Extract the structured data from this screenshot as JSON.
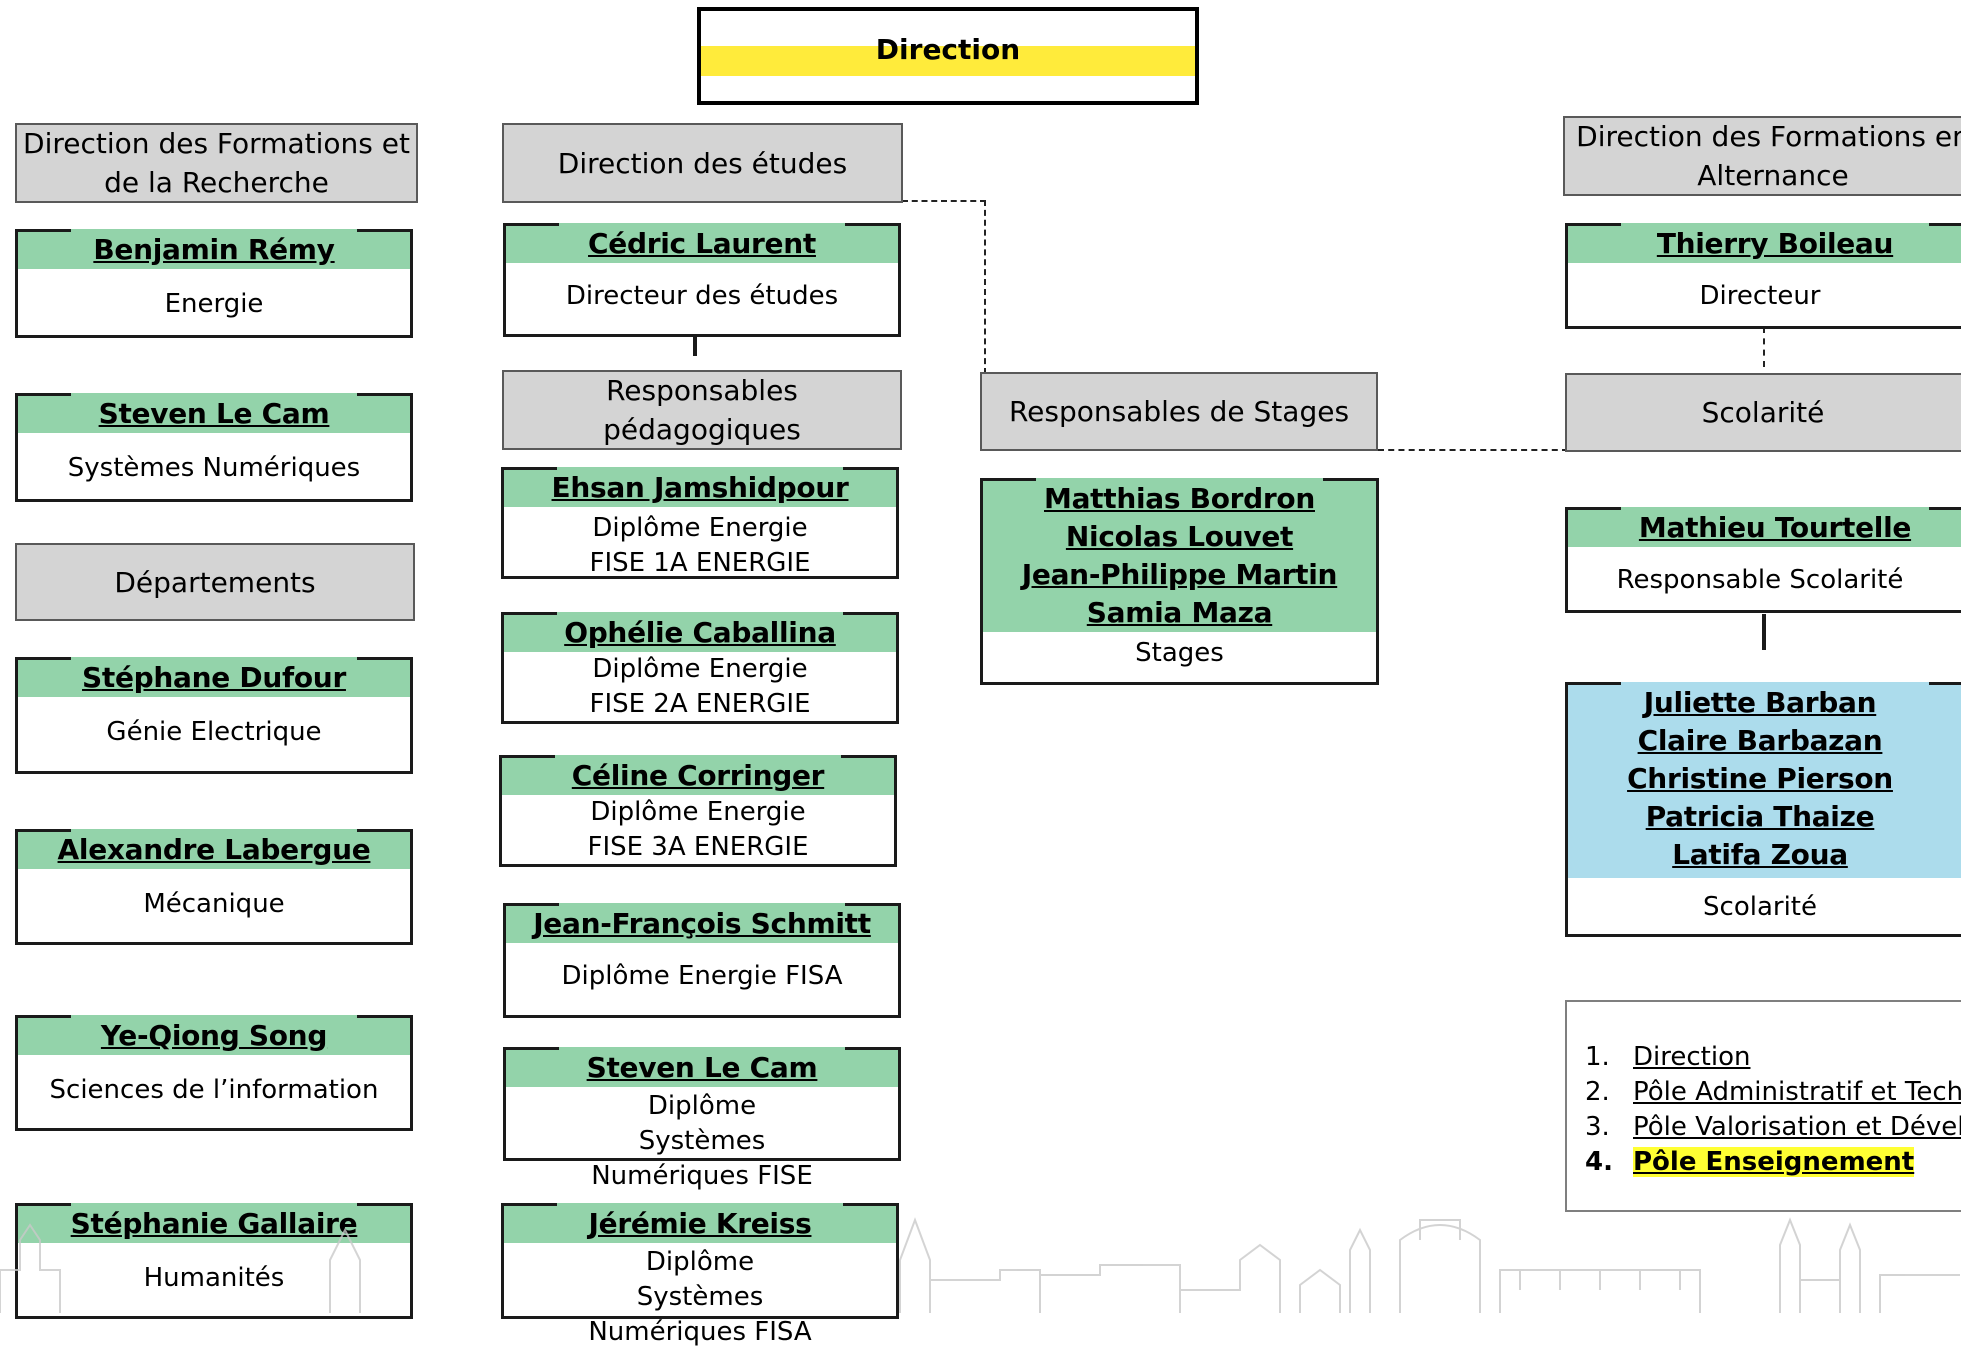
{
  "direction": {
    "label": "Direction"
  },
  "columns": {
    "left": {
      "header": "Direction des Formations et de la Recherche",
      "people": [
        {
          "name": "Benjamin Rémy",
          "role": "Energie"
        },
        {
          "name": "Steven Le Cam",
          "role": "Systèmes Numériques"
        }
      ],
      "departments": {
        "header": "Départements",
        "people": [
          {
            "name": "Stéphane Dufour",
            "role": "Génie Electrique"
          },
          {
            "name": "Alexandre Labergue",
            "role": "Mécanique"
          },
          {
            "name": "Ye-Qiong Song",
            "role": "Sciences de l’information"
          },
          {
            "name": "Stéphanie Gallaire",
            "role": "Humanités"
          }
        ]
      }
    },
    "studies": {
      "header": "Direction des études",
      "director": {
        "name": "Cédric Laurent",
        "role": "Directeur des études"
      },
      "pedagogic_header": "Responsables pédagogiques",
      "people": [
        {
          "name": "Ehsan Jamshidpour",
          "role": "Diplôme Energie FISE 1A ENERGIE"
        },
        {
          "name": "Ophélie Caballina",
          "role": "Diplôme Energie FISE 2A ENERGIE"
        },
        {
          "name": "Céline Corringer",
          "role": "Diplôme Energie FISE 3A ENERGIE"
        },
        {
          "name": "Jean-François Schmitt",
          "role": "Diplôme Energie FISA"
        },
        {
          "name": "Steven Le Cam",
          "role": "Diplôme Systèmes Numériques FISE"
        },
        {
          "name": "Jérémie Kreiss",
          "role": "Diplôme Systèmes Numériques FISA"
        }
      ]
    },
    "stages": {
      "header": "Responsables de Stages",
      "names": [
        "Matthias Bordron",
        "Nicolas Louvet",
        "Jean-Philippe Martin",
        "Samia Maza"
      ],
      "role": "Stages"
    },
    "alternance": {
      "header": "Direction des Formations en Alternance",
      "director": {
        "name": "Thierry Boileau",
        "role": "Directeur"
      },
      "scolarite_header": "Scolarité",
      "manager": {
        "name": "Mathieu Tourtelle",
        "role": "Responsable Scolarité"
      },
      "team": {
        "names": [
          "Juliette Barban",
          "Claire Barbazan",
          "Christine Pierson",
          "Patricia Thaize",
          "Latifa Zoua"
        ],
        "role": "Scolarité"
      }
    }
  },
  "legend": {
    "items": [
      {
        "num": "1.",
        "label": "Direction"
      },
      {
        "num": "2.",
        "label": "Pôle Administratif et Techni"
      },
      {
        "num": "3.",
        "label": "Pôle Valorisation et Dévelop"
      },
      {
        "num": "4.",
        "label": "Pôle Enseignement"
      }
    ],
    "active_index": 3
  },
  "colors": {
    "header_grey": "#d4d4d4",
    "name_band_green": "#93d3aa",
    "name_band_blue": "#acdcec",
    "direction_yellow": "#ffeb3b",
    "legend_highlight": "#ffff33"
  }
}
